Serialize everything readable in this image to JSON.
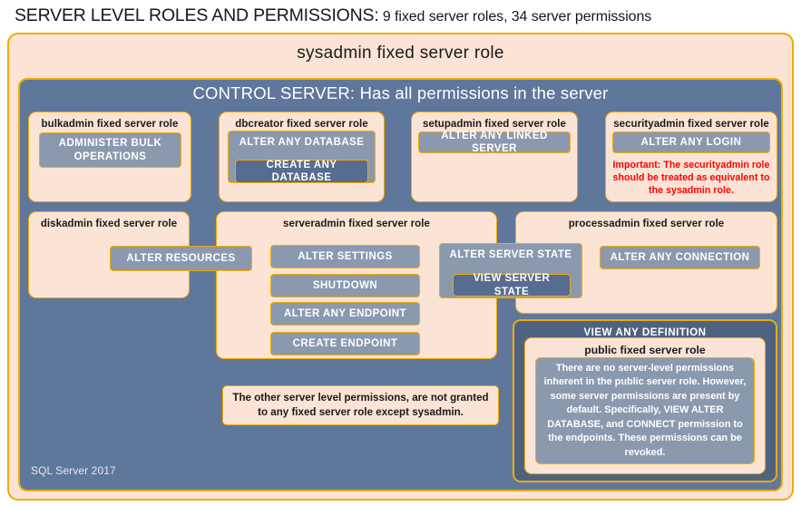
{
  "title": {
    "strong": "SERVER LEVEL ROLES AND PERMISSIONS:",
    "rest": " 9 fixed server roles, 34 server permissions"
  },
  "sysadmin": {
    "label": "sysadmin  fixed  server  role"
  },
  "control_server": {
    "label": "CONTROL SERVER: Has all permissions in the server"
  },
  "roles": {
    "bulkadmin": {
      "title": "bulkadmin  fixed server role",
      "permissions": [
        "ADMINISTER  BULK OPERATIONS"
      ]
    },
    "dbcreator": {
      "title": "dbcreator fixed server role",
      "permissions": [
        "ALTER ANY DATABASE",
        "CREATE  ANY DATABASE"
      ]
    },
    "setupadmin": {
      "title": "setupadmin fixed server role",
      "permissions": [
        "ALTER ANY LINKED SERVER"
      ]
    },
    "securityadmin": {
      "title": "securityadmin  fixed server role",
      "permissions": [
        "ALTER ANY LOGIN"
      ],
      "note": "Important:  The securityadmin role should  be treated as equivalent to the  sysadmin role."
    },
    "diskadmin": {
      "title": "diskadmin  fixed server role",
      "permissions": [
        "ALTER RESOURCES"
      ]
    },
    "serveradmin": {
      "title": "serveradmin fixed server role",
      "permissions": [
        "ALTER SETTINGS",
        "SHUTDOWN",
        "ALTER ANY ENDPOINT",
        "CREATE  ENDPOINT",
        "ALTER SERVER  STATE",
        "VIEW SERVER  STATE"
      ]
    },
    "processadmin": {
      "title": "processadmin  fixed server role",
      "permissions": [
        "ALTER ANY CONNECTION"
      ]
    },
    "public": {
      "view_any_definition": "VIEW ANY DEFINITION",
      "title": "public  fixed server role",
      "note": "There are no server-level permissions inherent in the public server role. However, some server permissions are present by default. Specifically, VIEW ALTER DATABASE, and CONNECT permission to the endpoints. These permissions can be revoked."
    }
  },
  "other_note": "The other server level permissions,  are not granted to any fixed server role except sysadmin.",
  "footer": "SQL Server 2017",
  "colors": {
    "peach": "#fbe4d5",
    "orange_border": "#f0ab00",
    "control_blue": "#60779c",
    "chip_blue": "#8b99af",
    "chip_dark": "#566c90",
    "vad_blue": "#4e637f",
    "red_text": "#ff0000"
  }
}
